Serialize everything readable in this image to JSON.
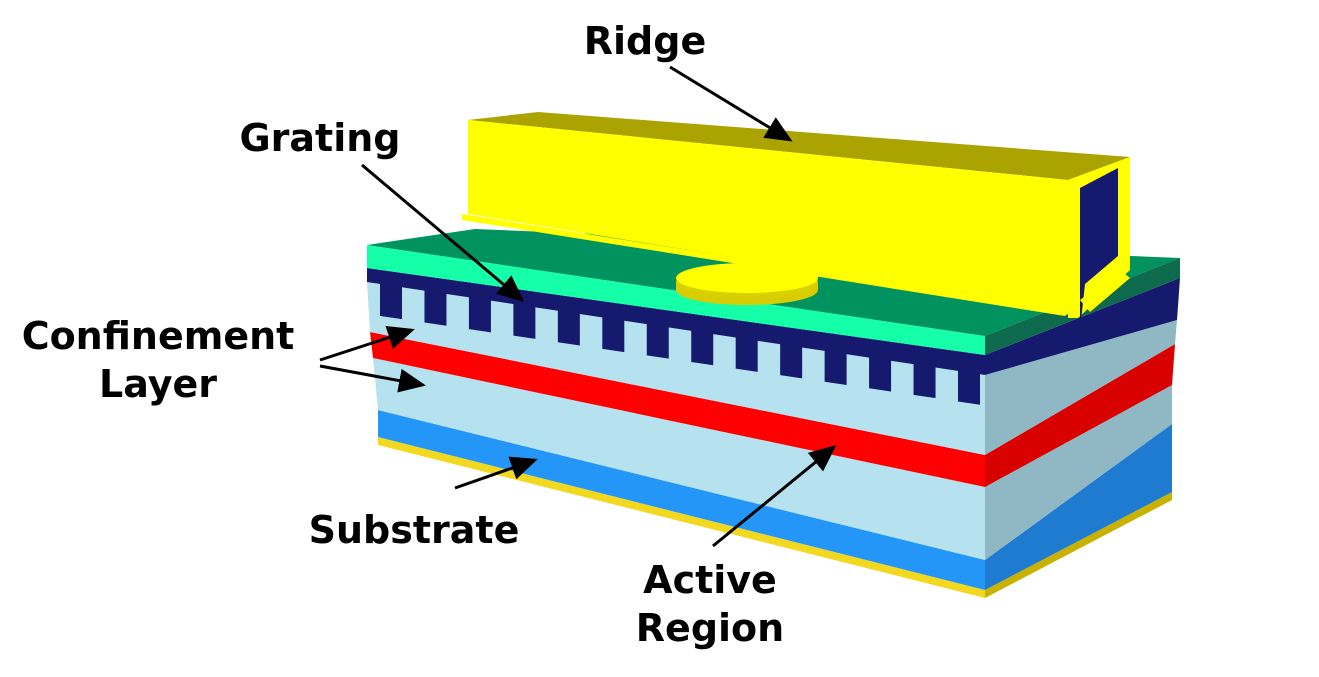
{
  "labels": {
    "ridge": "Ridge",
    "grating": "Grating",
    "confinement_line1": "Confinement",
    "confinement_line2": "Layer",
    "substrate": "Substrate",
    "active_line1": "Active",
    "active_line2": "Region"
  },
  "colors": {
    "ridge": "#ffff00",
    "ridge_shade": "#aba300",
    "contact_top": "#00935f",
    "contact_front": "#14ffa8",
    "grating": "#161a6e",
    "confinement": "#b6e2f0",
    "active": "#ff0000",
    "substrate": "#2396f8",
    "base_metal": "#f2d81e"
  }
}
